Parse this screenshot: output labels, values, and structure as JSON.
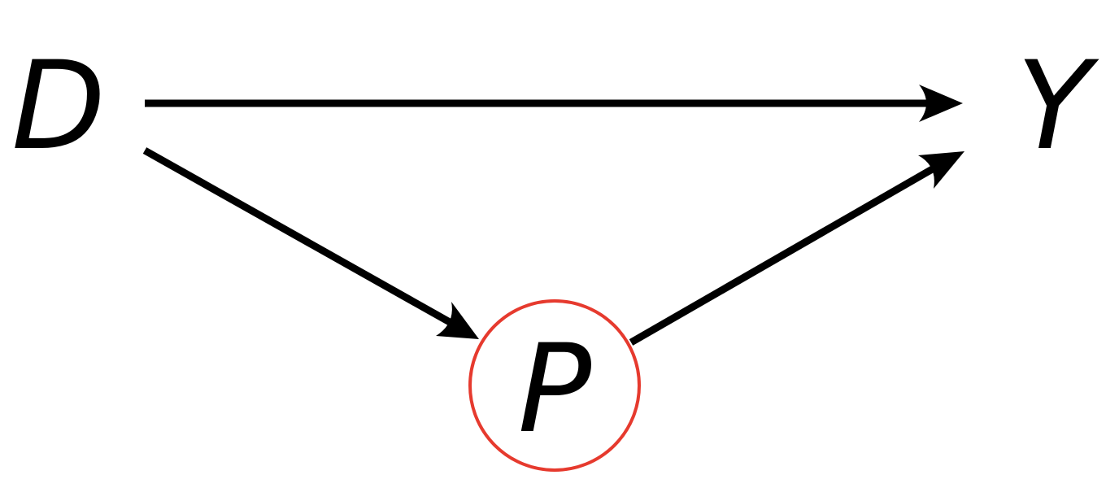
{
  "nodes": {
    "d": {
      "label": "D"
    },
    "y": {
      "label": "Y"
    },
    "p": {
      "label": "P",
      "highlighted": true,
      "highlight_color": "#e63a2e"
    }
  },
  "edges": [
    {
      "from": "D",
      "to": "Y"
    },
    {
      "from": "D",
      "to": "P"
    },
    {
      "from": "P",
      "to": "Y"
    }
  ],
  "colors": {
    "edge": "#000000",
    "text": "#000000",
    "highlight": "#e63a2e",
    "background": "#ffffff"
  }
}
